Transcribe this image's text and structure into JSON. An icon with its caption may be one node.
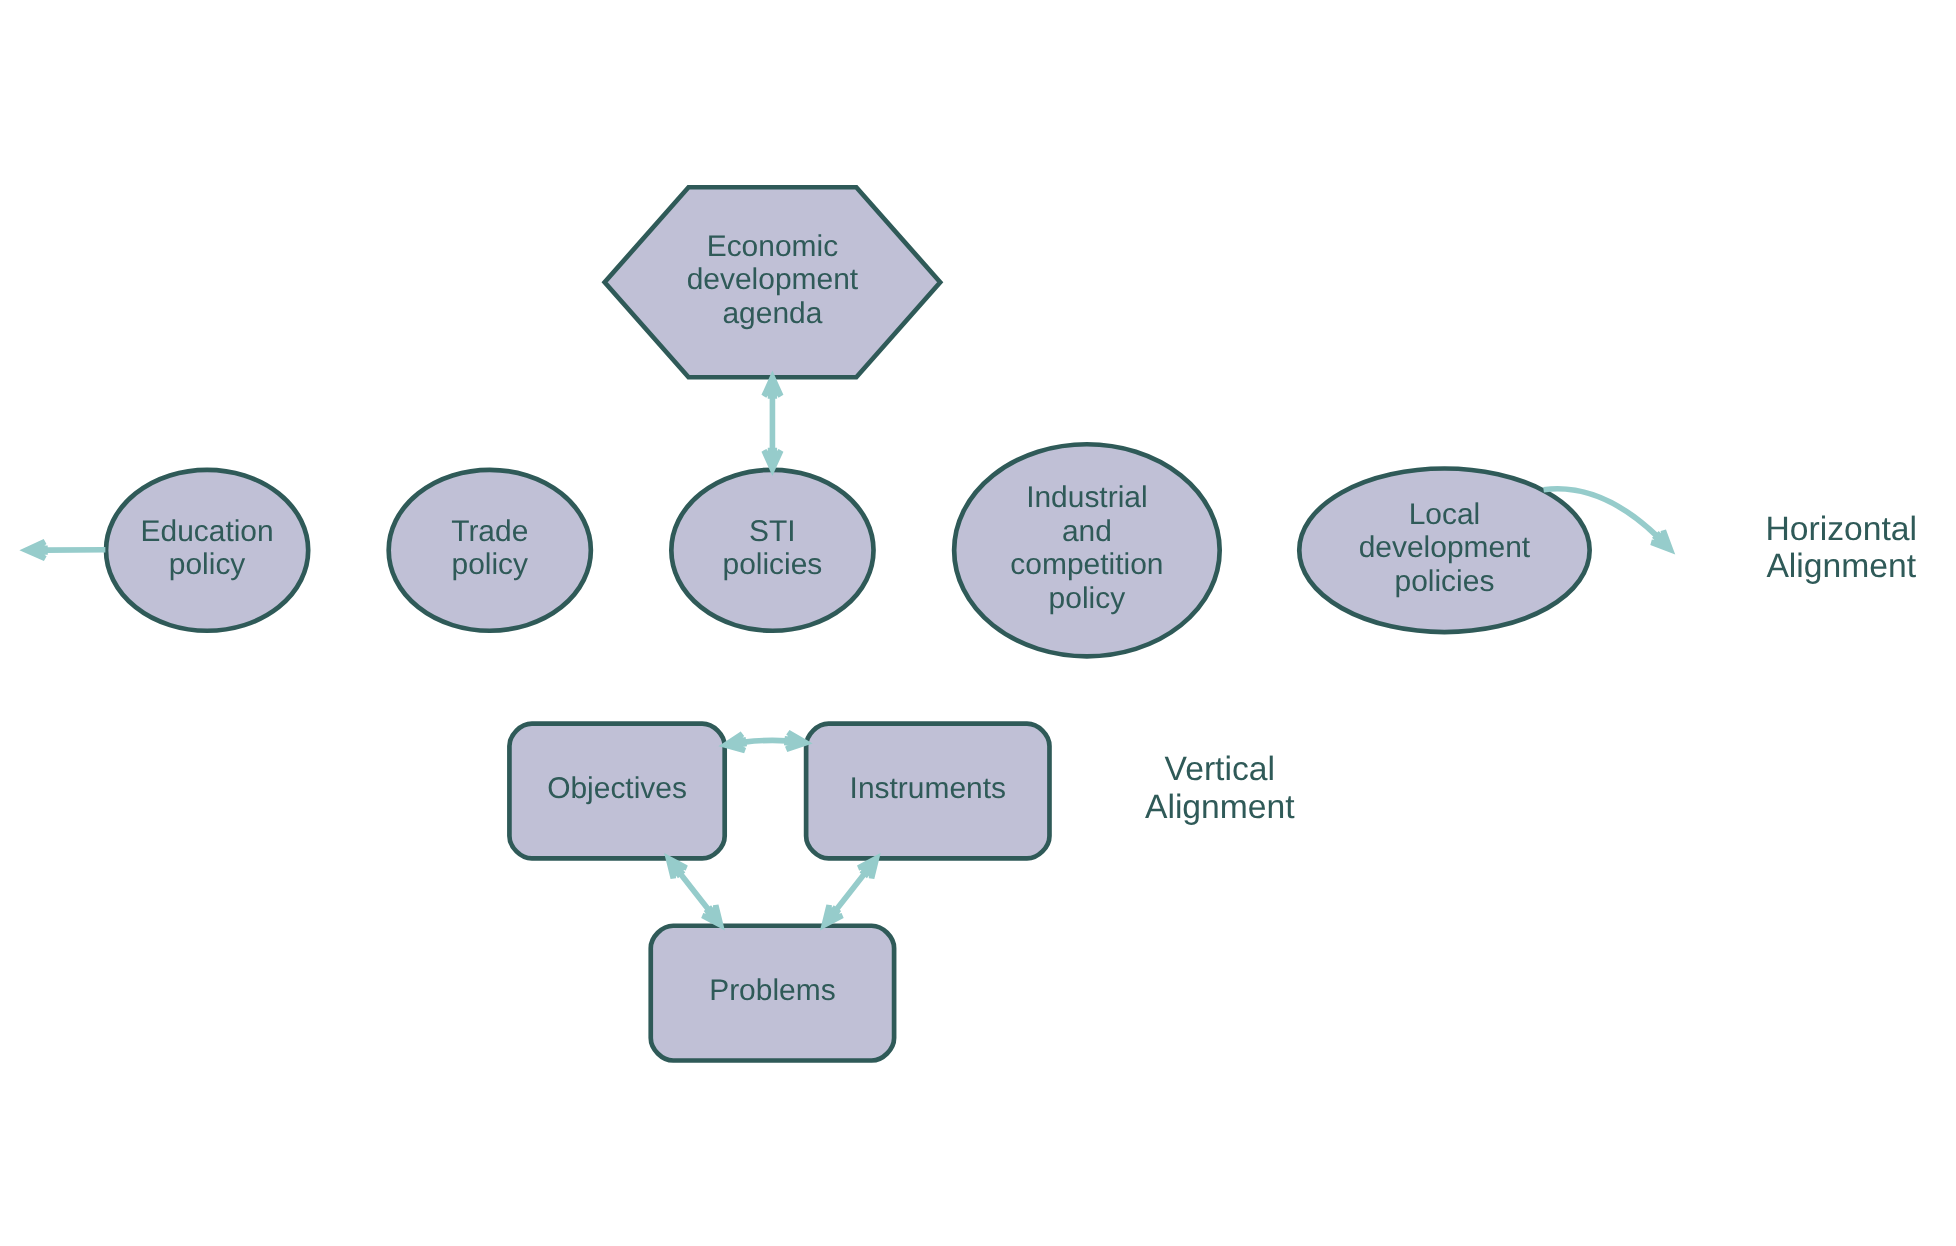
{
  "diagram": {
    "nodes": [
      {
        "text": [
          "Economic development agenda"
        ]
      },
      {
        "text": [
          "Education policy"
        ]
      },
      {
        "text": [
          "Trade policy"
        ]
      },
      {
        "text": [
          "STI policies"
        ]
      },
      {
        "text": [
          "Industrial and competition policy"
        ]
      },
      {
        "text": [
          "Local development policies"
        ]
      },
      {
        "text": [
          "Objectives"
        ]
      },
      {
        "text": [
          "Instruments"
        ]
      },
      {
        "text": [
          "Problems"
        ]
      }
    ],
    "edges": [
      {
        "from": 0,
        "to": 3,
        "arrow": "both"
      },
      {
        "from": 1,
        "to": null,
        "arrow": "to"
      },
      {
        "from": 5,
        "to": null,
        "arrow": "to"
      },
      {
        "from": 6,
        "to": 7,
        "arrow": "both"
      },
      {
        "from": 6,
        "to": 8,
        "arrow": "both"
      },
      {
        "from": 7,
        "to": 8,
        "arrow": "both"
      }
    ],
    "labels": [
      "Horizontal Alignment",
      "Vertical Alignment"
    ]
  }
}
